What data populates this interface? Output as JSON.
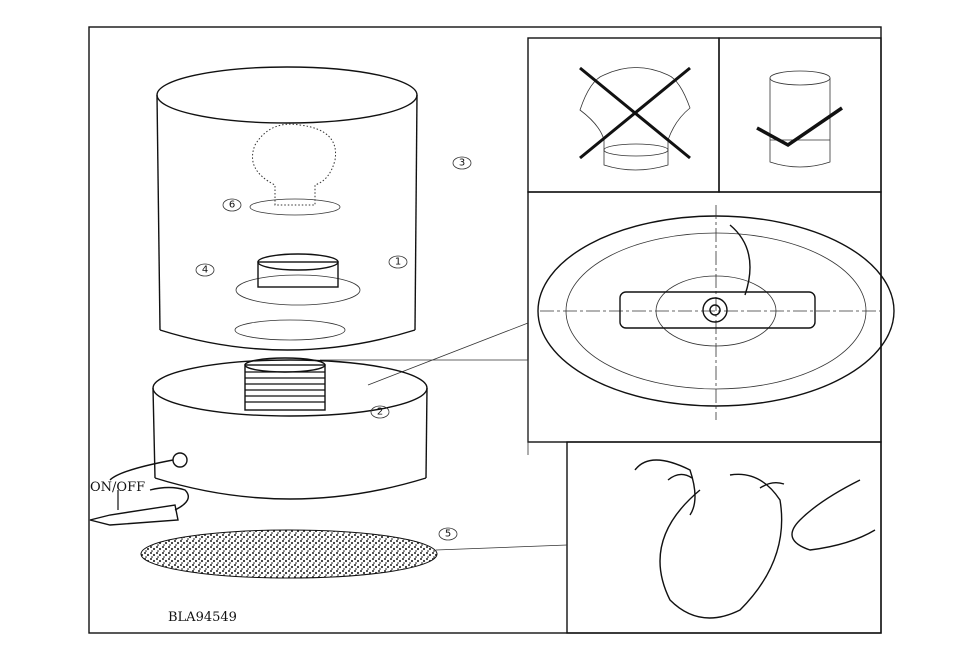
{
  "switch_label": "ON/OFF",
  "model_code": "BLA94549",
  "steps": [
    "1",
    "2",
    "3",
    "4",
    "5",
    "6"
  ],
  "panels": [
    "wrong-covered-shade",
    "correct-open-shade",
    "base-top-view",
    "felt-pad-removal"
  ]
}
